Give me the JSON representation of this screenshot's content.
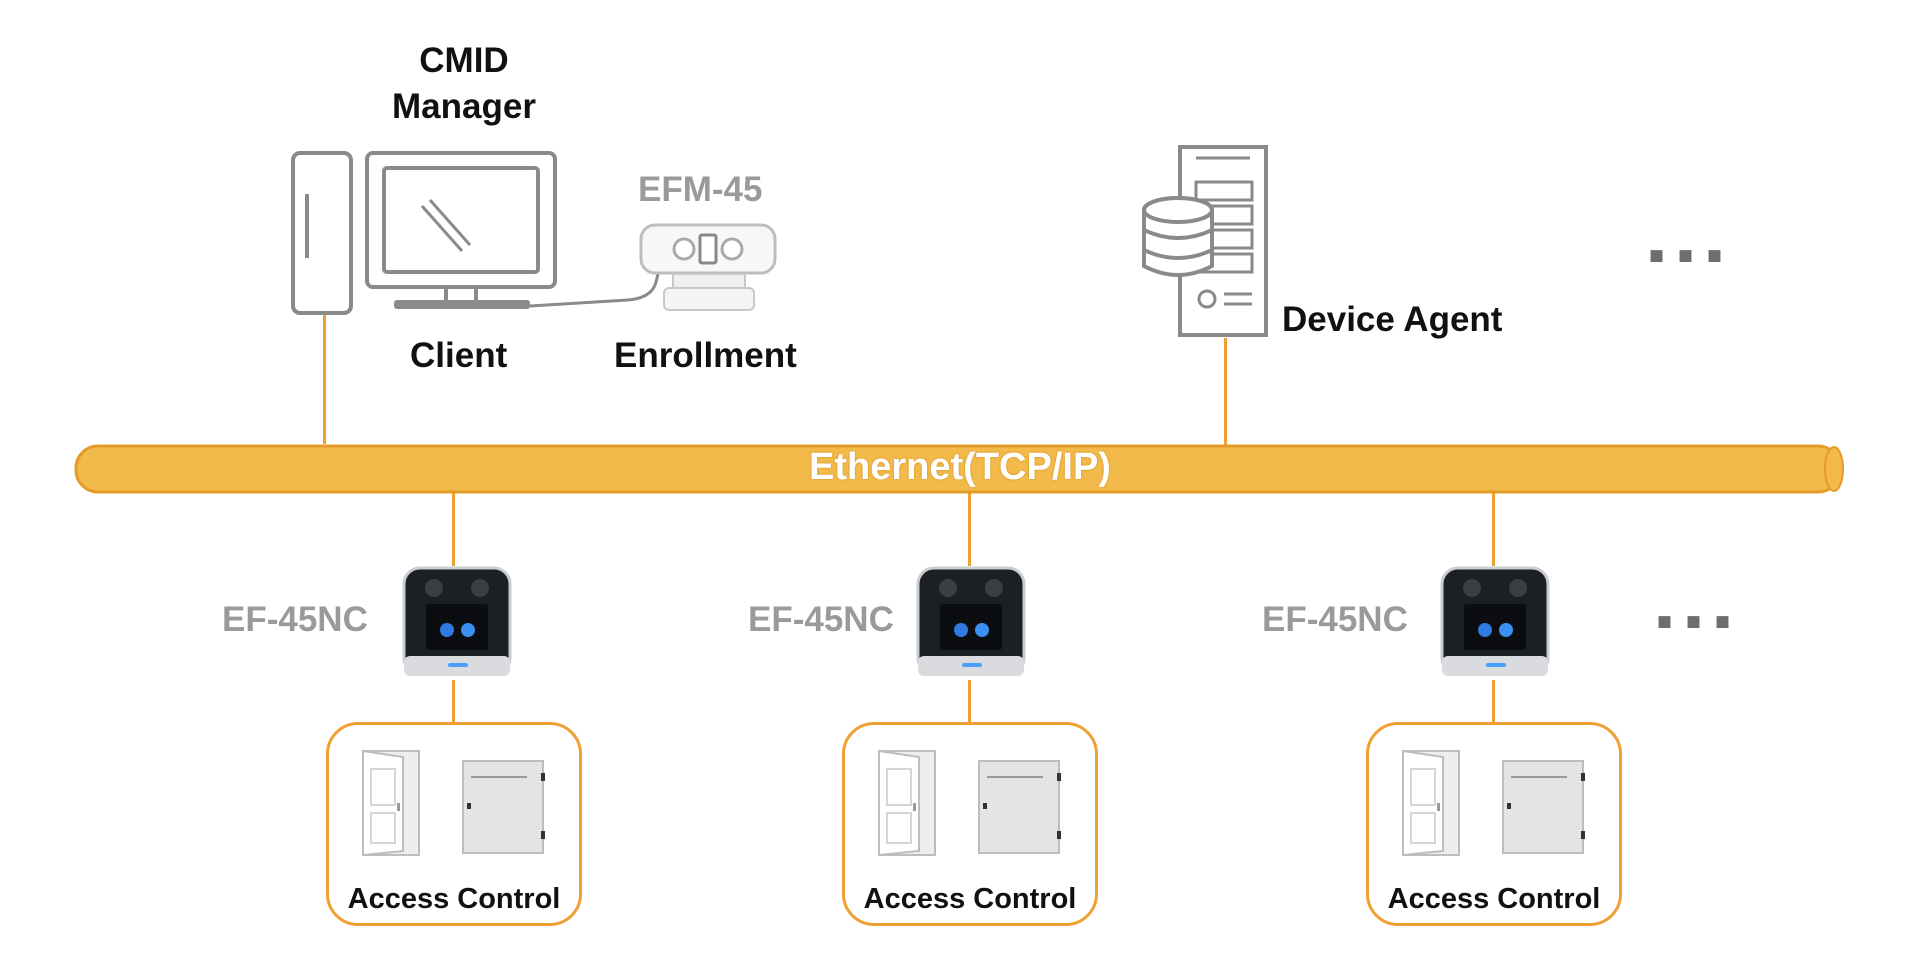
{
  "manager": {
    "title_line1": "CMID",
    "title_line2": "Manager"
  },
  "client": {
    "label": "Client"
  },
  "enrollment": {
    "device": "EFM-45",
    "label": "Enrollment"
  },
  "agent": {
    "label": "Device Agent"
  },
  "network": {
    "label": "Ethernet(TCP/IP)"
  },
  "devices": [
    {
      "model": "EF-45NC",
      "unit": "Access Control"
    },
    {
      "model": "EF-45NC",
      "unit": "Access Control"
    },
    {
      "model": "EF-45NC",
      "unit": "Access Control"
    }
  ],
  "more_top": "▪▪▪",
  "more_bottom": "▪▪▪",
  "colors": {
    "network": "#f2ba4a",
    "link": "#f0a032",
    "device_label": "#9a9a9a"
  },
  "icons": [
    "pc-tower-icon",
    "monitor-icon",
    "fingerprint-scanner-icon",
    "server-database-icon",
    "face-terminal-icon",
    "door-icon",
    "control-cabinet-icon"
  ]
}
